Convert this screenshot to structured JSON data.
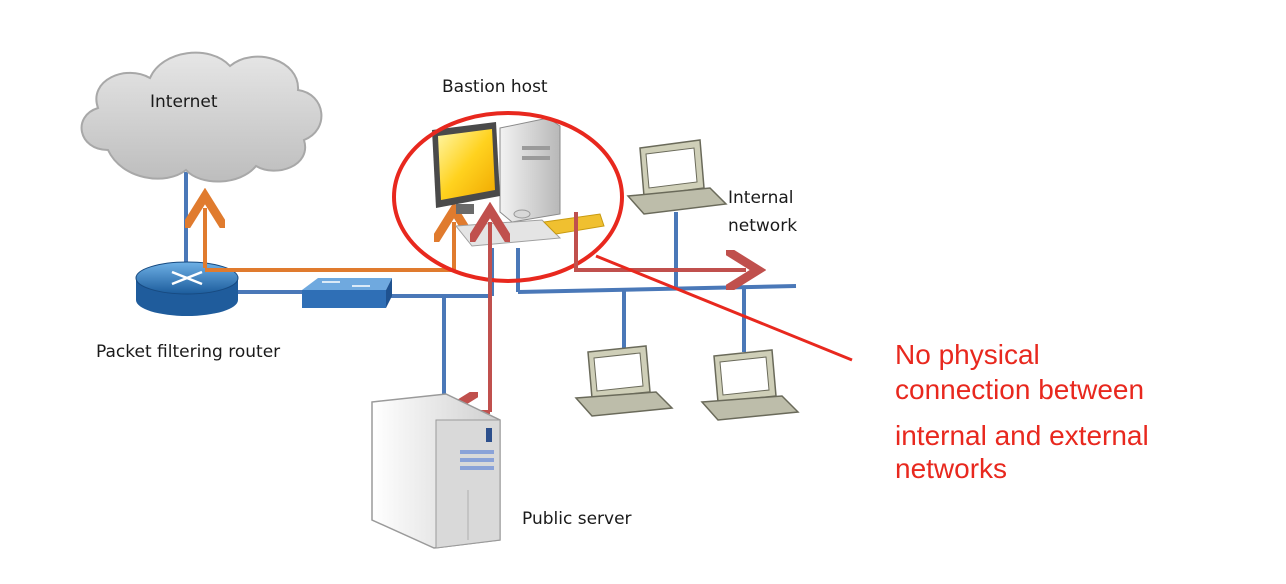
{
  "labels": {
    "internet": "Internet",
    "bastion_host": "Bastion host",
    "internal_network_line1": "Internal",
    "internal_network_line2": "network",
    "packet_filtering_router": "Packet filtering router",
    "public_server": "Public server"
  },
  "annotation": {
    "lines": [
      "No physical",
      "connection between",
      "internal and external",
      "networks"
    ]
  },
  "colors": {
    "network_cable": "#4a78b8",
    "external_traffic": "#e07b2e",
    "internal_traffic": "#c0504d",
    "highlight": "#e8281e"
  },
  "icons": [
    "cloud-icon",
    "router-icon",
    "switch-icon",
    "desktop-computer-icon",
    "server-tower-icon",
    "client-computer-icon"
  ]
}
